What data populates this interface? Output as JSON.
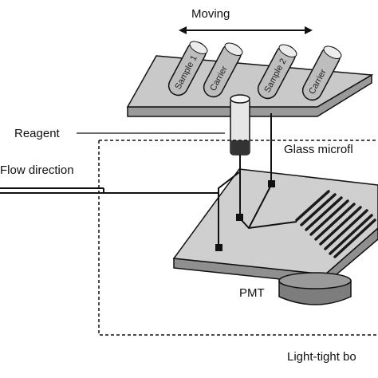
{
  "diagram": {
    "labels": {
      "moving": "Moving",
      "reagent": "Reagent",
      "glass_chip": "Glass microfl",
      "flow_direction": "Flow direction",
      "pmt": "PMT",
      "light_tight_box": "Light-tight bo"
    },
    "tubes": [
      "Sample 1",
      "Carrier",
      "Sample 2",
      "Carrier"
    ],
    "colors": {
      "tray_top": "#c9c9c9",
      "tray_side": "#9a9a9a",
      "tube_fill": "#bdbdbd",
      "chip_top": "#cfcfcf",
      "chip_side": "#8f8f8f",
      "pmt": "#7d7d7d",
      "line": "#111111"
    }
  }
}
